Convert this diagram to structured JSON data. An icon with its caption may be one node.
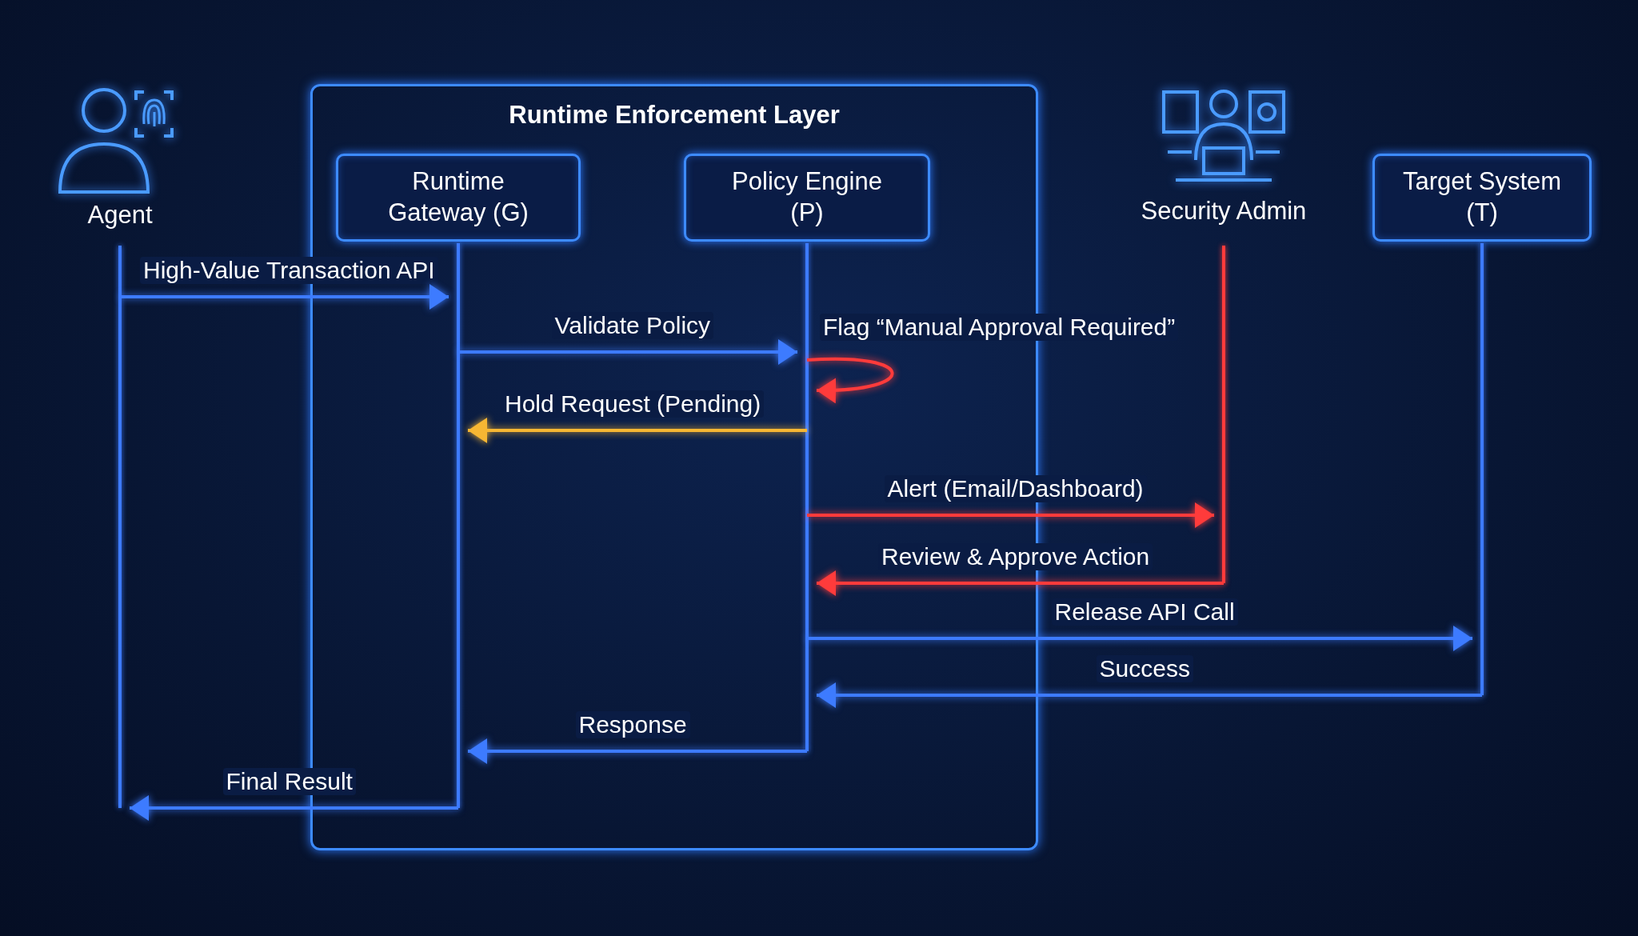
{
  "diagram": {
    "nodes": [
      {
        "text": [
          "Agent"
        ]
      },
      {
        "text": [
          "Runtime Enforcement Layer"
        ]
      },
      {
        "text": [
          "Runtime Gateway (G)"
        ],
        "in": 1
      },
      {
        "text": [
          "Policy Engine (P)"
        ],
        "in": 1
      },
      {
        "text": [
          "Security Admin"
        ]
      },
      {
        "text": [
          "Target System (T)"
        ]
      }
    ],
    "edges": [
      {
        "from": 0,
        "to": 2,
        "arrow": "to",
        "label": "High-Value Transaction API"
      },
      {
        "from": 2,
        "to": 3,
        "arrow": "to",
        "label": "Validate Policy"
      },
      {
        "from": 3,
        "to": 3,
        "arrow": "to",
        "label": "Flag “Manual Approval Required”",
        "color": "#ff3b3b"
      },
      {
        "from": 3,
        "to": 2,
        "arrow": "to",
        "label": "Hold Request (Pending)",
        "color": "#f7b733"
      },
      {
        "from": 3,
        "to": 4,
        "arrow": "to",
        "label": "Alert (Email/Dashboard)",
        "color": "#ff3b3b"
      },
      {
        "from": 4,
        "to": 3,
        "arrow": "to",
        "label": "Review & Approve Action",
        "color": "#ff3b3b"
      },
      {
        "from": 3,
        "to": 5,
        "arrow": "to",
        "label": "Release API Call"
      },
      {
        "from": 5,
        "to": 3,
        "arrow": "to",
        "label": "Success"
      },
      {
        "from": 3,
        "to": 2,
        "arrow": "to",
        "label": "Response"
      },
      {
        "from": 2,
        "to": 0,
        "arrow": "to",
        "label": "Final Result"
      }
    ]
  }
}
